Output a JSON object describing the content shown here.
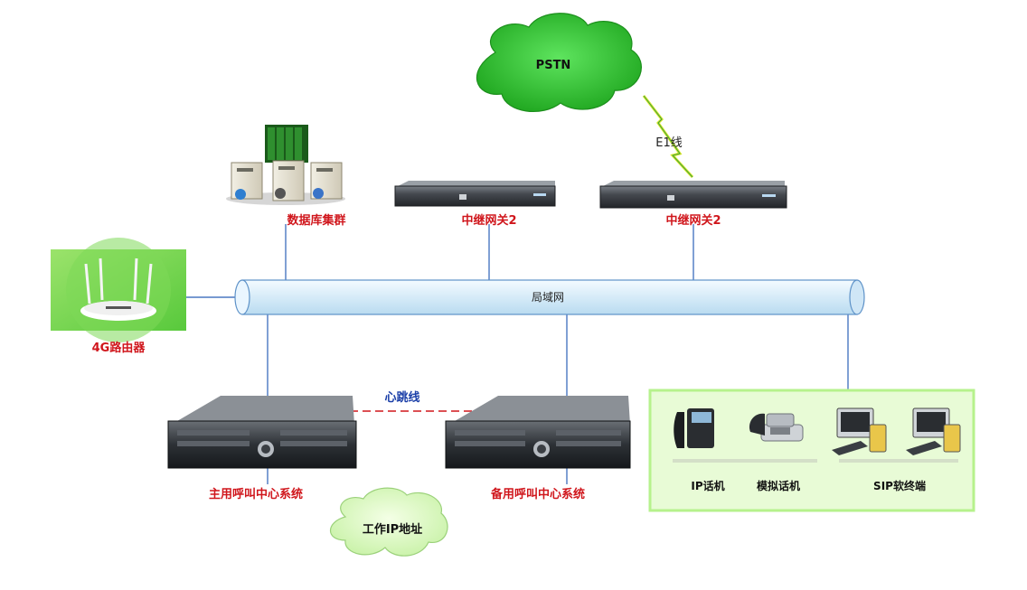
{
  "nodes": {
    "pstn": "PSTN",
    "e1_line": "E1线",
    "database_cluster": "数据库集群",
    "trunk_gateway_left": "中继网关2",
    "trunk_gateway_right": "中继网关2",
    "router_4g": "4G路由器",
    "lan": "局域网",
    "heartbeat": "心跳线",
    "primary_call_center": "主用呼叫中心系统",
    "backup_call_center": "备用呼叫中心系统",
    "working_ip": "工作IP地址",
    "terminals": {
      "ip_phone": "IP话机",
      "analog_phone": "模拟话机",
      "sip_softphone": "SIP软终端"
    }
  },
  "colors": {
    "label_red": "#d0161c",
    "cloud_green": "#3ec93e",
    "lan_pipe": "#d9ecf8",
    "panel_green": "#b6f28c",
    "heartbeat_red": "#d0161c"
  }
}
